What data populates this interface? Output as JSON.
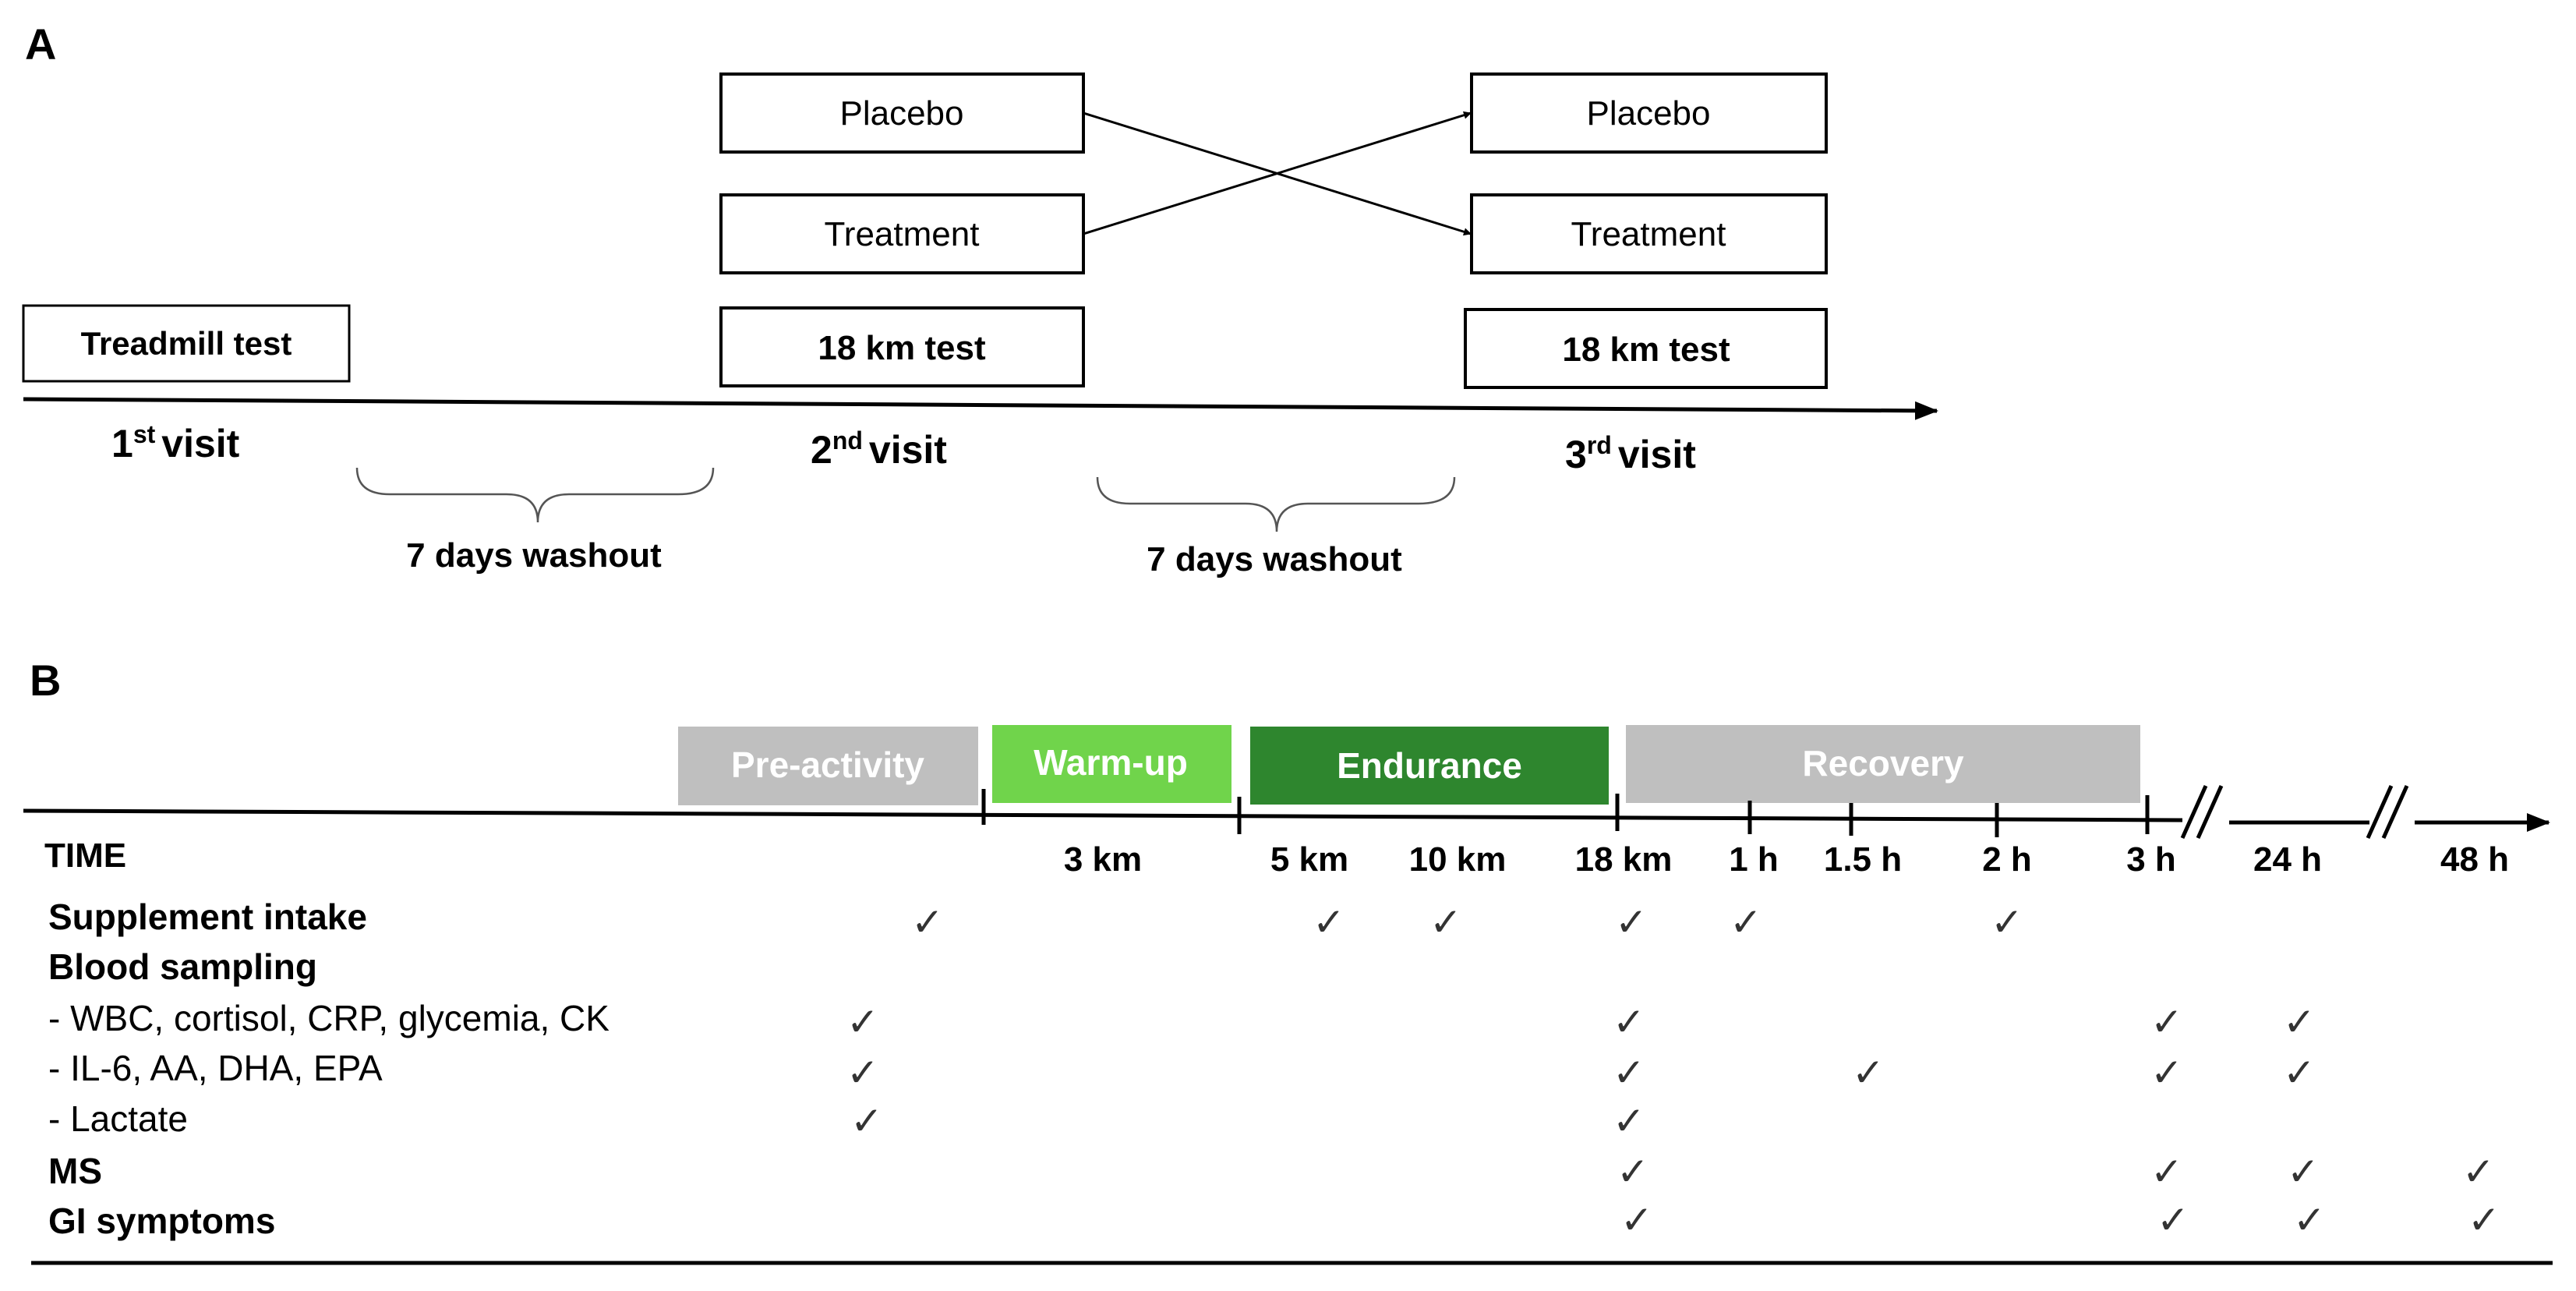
{
  "panel_a": {
    "label": "A",
    "boxes": {
      "placebo_left": "Placebo",
      "treatment_left": "Treatment",
      "test_left": "18 km test",
      "placebo_right": "Placebo",
      "treatment_right": "Treatment",
      "test_right": "18 km test",
      "treadmill": "Treadmill test"
    },
    "visits": [
      {
        "num": "1",
        "sup": "st",
        "word": "visit"
      },
      {
        "num": "2",
        "sup": "nd",
        "word": "visit"
      },
      {
        "num": "3",
        "sup": "rd",
        "word": "visit"
      }
    ],
    "washout": [
      "7 days washout",
      "7 days washout"
    ]
  },
  "panel_b": {
    "label": "B",
    "phases": [
      {
        "label": "Pre-activity",
        "color": "#bfbfbf",
        "text_color": "#ffffff"
      },
      {
        "label": "Warm-up",
        "color": "#70d44b",
        "text_color": "#ffffff"
      },
      {
        "label": "Endurance",
        "color": "#2e862e",
        "text_color": "#ffffff"
      },
      {
        "label": "Recovery",
        "color": "#bfbfbf",
        "text_color": "#ffffff"
      }
    ],
    "time_header": "TIME",
    "timepoints": [
      "3 km",
      "5 km",
      "10 km",
      "18 km",
      "1 h",
      "1.5 h",
      "2 h",
      "3 h",
      "24 h",
      "48 h"
    ],
    "check_glyph": "✓",
    "rows": [
      {
        "label": "Supplement intake",
        "bold": true,
        "checks": [
          "pre-supplement",
          "5 km",
          "10 km",
          "18 km",
          "1 h",
          "2 h"
        ]
      },
      {
        "label": "Blood sampling",
        "bold": true,
        "checks": []
      },
      {
        "label": "- WBC, cortisol, CRP, glycemia, CK",
        "bold": false,
        "checks": [
          "pre",
          "18 km",
          "3 h",
          "24 h"
        ]
      },
      {
        "label": "- IL-6, AA, DHA, EPA",
        "bold": false,
        "checks": [
          "pre",
          "18 km",
          "1.5 h",
          "3 h",
          "24 h"
        ]
      },
      {
        "label": "- Lactate",
        "bold": false,
        "checks": [
          "pre",
          "18 km"
        ]
      },
      {
        "label": "MS",
        "bold": true,
        "checks": [
          "18 km",
          "3 h",
          "24 h",
          "48 h"
        ]
      },
      {
        "label": "GI symptoms",
        "bold": true,
        "checks": [
          "18 km",
          "3 h",
          "24 h",
          "48 h"
        ]
      }
    ]
  }
}
